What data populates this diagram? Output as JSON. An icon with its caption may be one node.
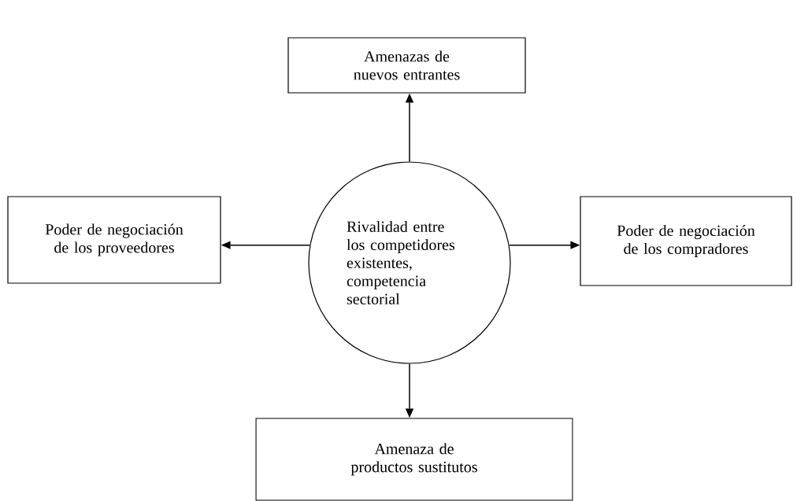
{
  "diagram": {
    "nodes": [
      {
        "text": [
          "Amenazas de nuevos entrantes"
        ]
      },
      {
        "text": [
          "Poder de negociación de los proveedores"
        ]
      },
      {
        "text": [
          "Rivalidad entre los competidores existentes, competencia sectorial"
        ]
      },
      {
        "text": [
          "Poder de negociación de los compradores"
        ]
      },
      {
        "text": [
          "Amenaza de productos sustitutos"
        ]
      }
    ],
    "edges": [
      {
        "from": 2,
        "to": 0,
        "arrow": "to"
      },
      {
        "from": 2,
        "to": 1,
        "arrow": "to"
      },
      {
        "from": 2,
        "to": 3,
        "arrow": "to"
      },
      {
        "from": 2,
        "to": 4,
        "arrow": "to"
      }
    ]
  }
}
